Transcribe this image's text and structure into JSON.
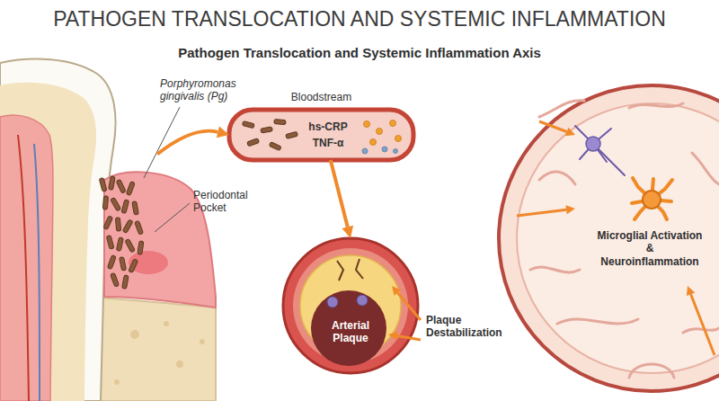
{
  "diagram": {
    "title": "PATHOGEN TRANSLOCATION AND SYSTEMIC INFLAMMATION",
    "nodes": [
      {
        "text": [
          "Porphyromonas gingivalis (Pg)",
          "Periodontal Pocket"
        ]
      },
      {
        "text": [
          "Bloodstream",
          "hs-CRP",
          "TNF-α"
        ]
      },
      {
        "text": [
          "Arterial Plaque"
        ]
      },
      {
        "text": [
          "Microglial Activation & Neuroinflammation"
        ]
      }
    ],
    "edges": [
      {
        "from": 0,
        "to": 1,
        "arrow": "to"
      },
      {
        "from": 1,
        "to": 2,
        "arrow": "to"
      }
    ],
    "labels": [
      "Pathogen Translocation and Systemic Inflammation Axis",
      "Plaque Destabilization"
    ]
  }
}
